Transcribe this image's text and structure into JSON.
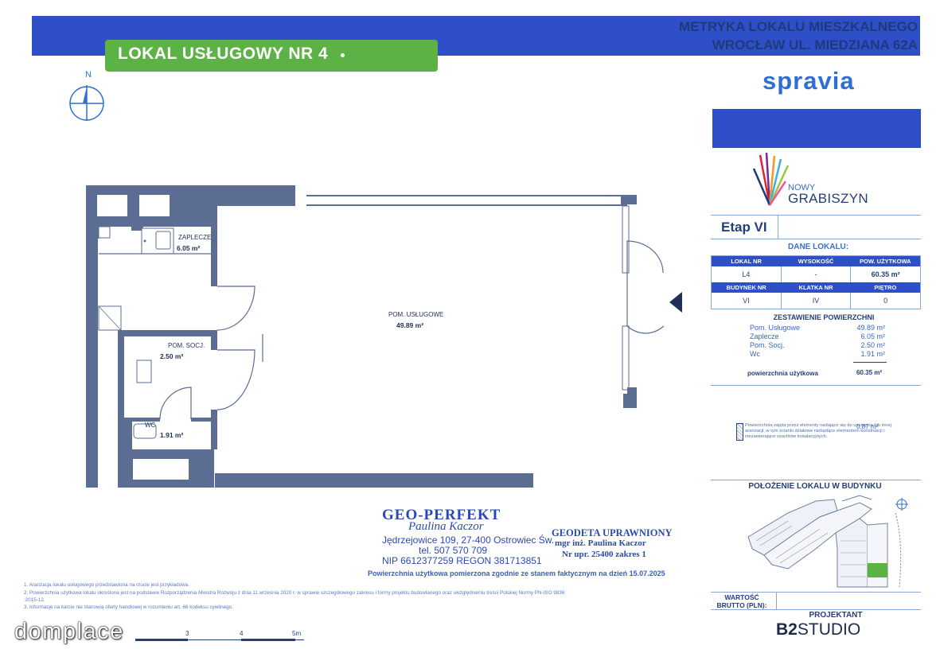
{
  "header": {
    "metric_line1": "METRYKA LOKALU MIESZKALNEGO",
    "metric_line2": "WROCŁAW UL. MIEDZIANA 62A",
    "unit_title": "LOKAL USŁUGOWY NR 4",
    "brand": "spravia",
    "north": "N"
  },
  "investment": {
    "logo_sub": "NOWY",
    "logo_main": "GRABISZYN",
    "stage": "Etap VI"
  },
  "unit_data": {
    "title": "DANE LOKALU:",
    "row1_headers": [
      "LOKAL NR",
      "WYSOKOŚĆ",
      "POW. UŻYTKOWA"
    ],
    "row1_values": [
      "L4",
      "-",
      "60.35 m²"
    ],
    "row2_headers": [
      "BUDYNEK NR",
      "KLATKA NR",
      "PIĘTRO"
    ],
    "row2_values": [
      "VI",
      "IV",
      "0"
    ]
  },
  "areas": {
    "title": "ZESTAWIENIE POWIERZCHNI",
    "rows": [
      {
        "name": "Pom. Usługowe",
        "value": "49.89 m²"
      },
      {
        "name": "Zaplecze",
        "value": "6.05 m²"
      },
      {
        "name": "Pom. Socj.",
        "value": "2.50 m²"
      },
      {
        "name": "Wc",
        "value": "1.91 m²"
      }
    ],
    "total_label": "powierzchnia użytkowa",
    "total_value": "60.35 m²"
  },
  "note": {
    "text": "Powierzchnia zajęta przez elementy nadające się do usunięcia lub innej aranżacji, w tym ścianki działowe niebędące elementem konstrukcji i niezawierające szachtów instalacyjnych.",
    "value": "0.87 m²"
  },
  "location": {
    "title": "POŁOŻENIE LOKALU W BUDYNKU"
  },
  "value_box": {
    "label_line1": "WARTOŚĆ",
    "label_line2": "BRUTTO (PLN):",
    "value": ""
  },
  "designer": {
    "label": "PROJEKTANT",
    "name_bold": "B2",
    "name_rest": "STUDIO"
  },
  "rooms": {
    "zaplecze": {
      "name": "ZAPLECZE",
      "area": "6.05 m²"
    },
    "uslugowe": {
      "name": "POM. USŁUGOWE",
      "area": "49.89 m²"
    },
    "socj": {
      "name": "POM. SOCJ.",
      "area": "2.50 m²"
    },
    "wc": {
      "name": "WC",
      "area": "1.91 m²"
    }
  },
  "stamp": {
    "company": "GEO-PERFEKT",
    "person": "Paulina Kaczor",
    "address": "Jędrzejowice 109, 27-400 Ostrowiec Św.",
    "phone": "tel. 507 570 709",
    "ids": "NIP 6612377259   REGON 381713851",
    "geodeta_title": "GEODETA UPRAWNIONY",
    "geodeta_name": "mgr inż. Paulina Kaczor",
    "geodeta_license": "Nr upr. 25400 zakres 1"
  },
  "measured_note": "Powierzchnia użytkowa pomierzona zgodnie ze stanem faktycznym na dzień 15.07.2025",
  "footnotes": [
    "1.  Aranżacja lokalu usługowego przedstawiona na rzucie jest przykładowa.",
    "2.  Powierzchnia użytkowa lokalu określona jest na podstawie Rozporządzenia Ministra Rozwoju z dnia 11 września 2020 r. w sprawie szczegółowego zakresu i formy projektu budowlanego oraz uwzględnieniu treści Polskiej Normy PN-ISO 9836",
    "     :2015-12.",
    "3.  Informacje na karcie nie stanowią oferty handlowej w rozumieniu art. 66 kodeksu cywilnego."
  ],
  "scale": {
    "labels": [
      "3",
      "4",
      "5m"
    ]
  },
  "watermark": "domplace",
  "colors": {
    "header_blue": "#2f4fc9",
    "title_green": "#5cb245",
    "wall_fill": "#5b6d93",
    "text_navy": "#24407a"
  }
}
